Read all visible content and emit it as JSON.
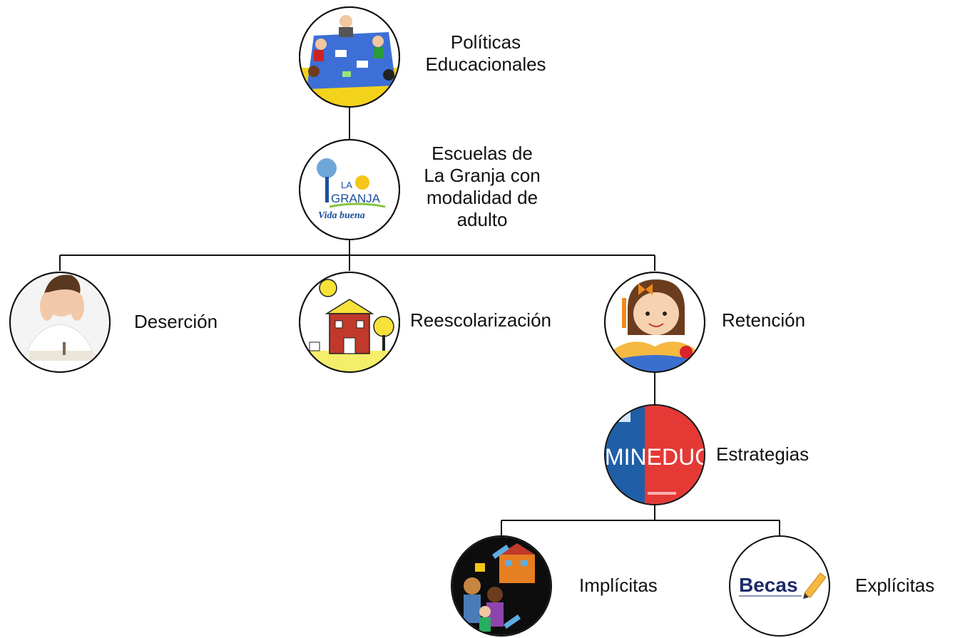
{
  "nodes": {
    "politicas": {
      "label_lines": [
        "Políticas",
        "Educacionales"
      ],
      "icon": "meeting-table-icon"
    },
    "escuelas": {
      "label_lines": [
        "Escuelas de",
        "La Granja con",
        "modalidad de",
        "adulto"
      ],
      "icon": "la-granja-logo",
      "logo_text": {
        "top": "LA",
        "main": "GRANJA",
        "tagline": "Vida buena"
      }
    },
    "desercion": {
      "label": "Deserción",
      "icon": "stressed-student-icon"
    },
    "reescolarizacion": {
      "label": "Reescolarización",
      "icon": "school-building-icon"
    },
    "retencion": {
      "label": "Retención",
      "icon": "girl-reading-icon"
    },
    "estrategias": {
      "label": "Estrategias",
      "icon": "mineduc-logo",
      "logo_text": "MINEDUC"
    },
    "implicitas": {
      "label": "Implícitas",
      "icon": "school-family-icon"
    },
    "explicitas": {
      "label": "Explícitas",
      "icon": "becas-logo",
      "logo_text": "Becas"
    }
  },
  "colors": {
    "line": "#111111",
    "mineduc_blue": "#1f5fa8",
    "mineduc_red": "#e53935",
    "becas_navy": "#1c2a6b",
    "granja_blue": "#1b4f9c",
    "granja_sun": "#f5c518"
  }
}
